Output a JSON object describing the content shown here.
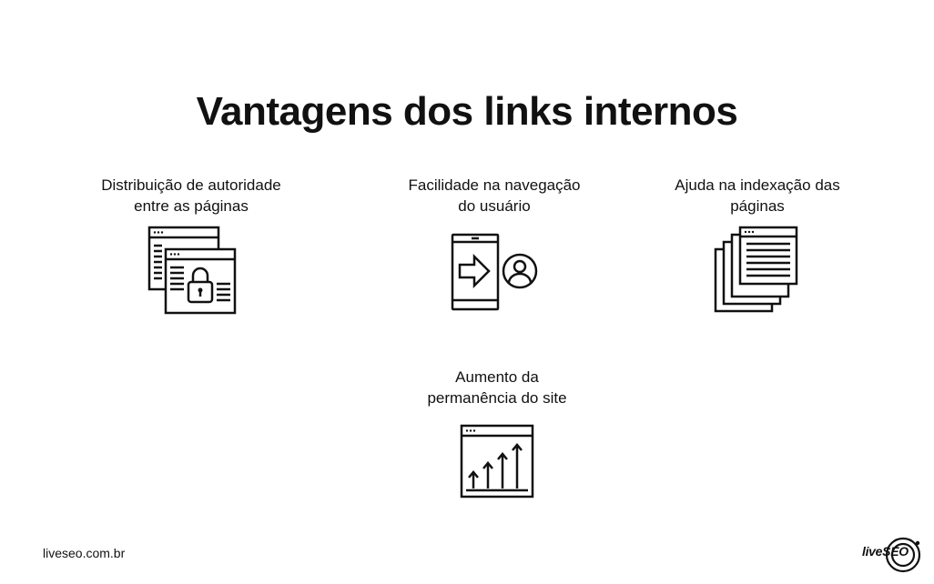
{
  "title": "Vantagens dos links internos",
  "features": [
    {
      "label_line1": "Distribuição de autoridade",
      "label_line2": "entre as páginas",
      "icon": "locked-pages-icon"
    },
    {
      "label_line1": "Facilidade na navegação",
      "label_line2": "do usuário",
      "icon": "mobile-navigation-user-icon"
    },
    {
      "label_line1": "Ajuda na indexação das",
      "label_line2": "páginas",
      "icon": "stacked-pages-icon"
    },
    {
      "label_line1": "Aumento da",
      "label_line2": "permanência do site",
      "icon": "growth-chart-window-icon"
    }
  ],
  "footer": {
    "url": "liveseo.com.br",
    "logo_text": "liveSEO"
  },
  "colors": {
    "text": "#111111",
    "background": "#ffffff"
  }
}
